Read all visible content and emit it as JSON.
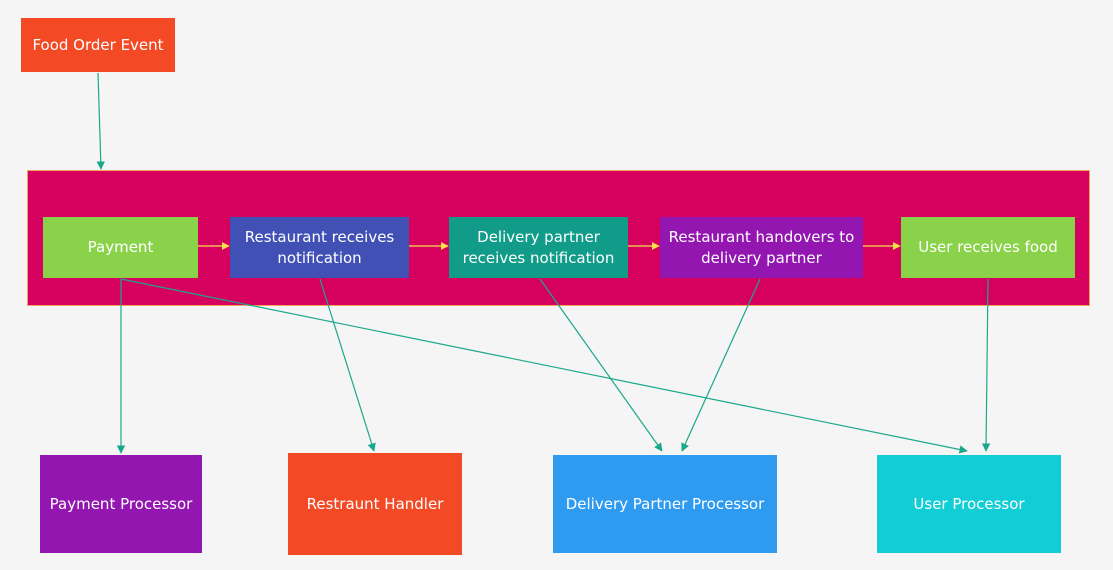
{
  "colors": {
    "background": "#f5f5f5",
    "container": "#d6005f",
    "connector": "#1aa88c",
    "flow_arrow": "#f5e14a"
  },
  "nodes": {
    "food_order_event": {
      "label": "Food Order Event",
      "color": "#f34a25"
    },
    "payment": {
      "label": "Payment",
      "color": "#8bd24b"
    },
    "restaurant_receives": {
      "label": "Restaurant receives notification",
      "color": "#4150b5"
    },
    "delivery_partner_receives": {
      "label": "Delivery partner receives notification",
      "color": "#109c88"
    },
    "restaurant_handovers": {
      "label": "Restaurant handovers to delivery partner",
      "color": "#9316b0"
    },
    "user_receives": {
      "label": "User receives food",
      "color": "#8bd24b"
    },
    "payment_processor": {
      "label": "Payment Processor",
      "color": "#9316b0"
    },
    "restraunt_handler": {
      "label": "Restraunt Handler",
      "color": "#f34a25"
    },
    "delivery_partner_processor": {
      "label": "Delivery Partner Processor",
      "color": "#2e9bf0"
    },
    "user_processor": {
      "label": "User Processor",
      "color": "#11ced6"
    }
  },
  "edges": [
    {
      "from": "food_order_event",
      "to": "container",
      "kind": "connector"
    },
    {
      "from": "payment",
      "to": "restaurant_receives",
      "kind": "flow"
    },
    {
      "from": "restaurant_receives",
      "to": "delivery_partner_receives",
      "kind": "flow"
    },
    {
      "from": "delivery_partner_receives",
      "to": "restaurant_handovers",
      "kind": "flow"
    },
    {
      "from": "restaurant_handovers",
      "to": "user_receives",
      "kind": "flow"
    },
    {
      "from": "payment",
      "to": "payment_processor",
      "kind": "connector"
    },
    {
      "from": "payment",
      "to": "user_processor",
      "kind": "connector"
    },
    {
      "from": "restaurant_receives",
      "to": "restraunt_handler",
      "kind": "connector"
    },
    {
      "from": "delivery_partner_receives",
      "to": "delivery_partner_processor",
      "kind": "connector"
    },
    {
      "from": "restaurant_handovers",
      "to": "delivery_partner_processor",
      "kind": "connector"
    },
    {
      "from": "user_receives",
      "to": "user_processor",
      "kind": "connector"
    }
  ]
}
